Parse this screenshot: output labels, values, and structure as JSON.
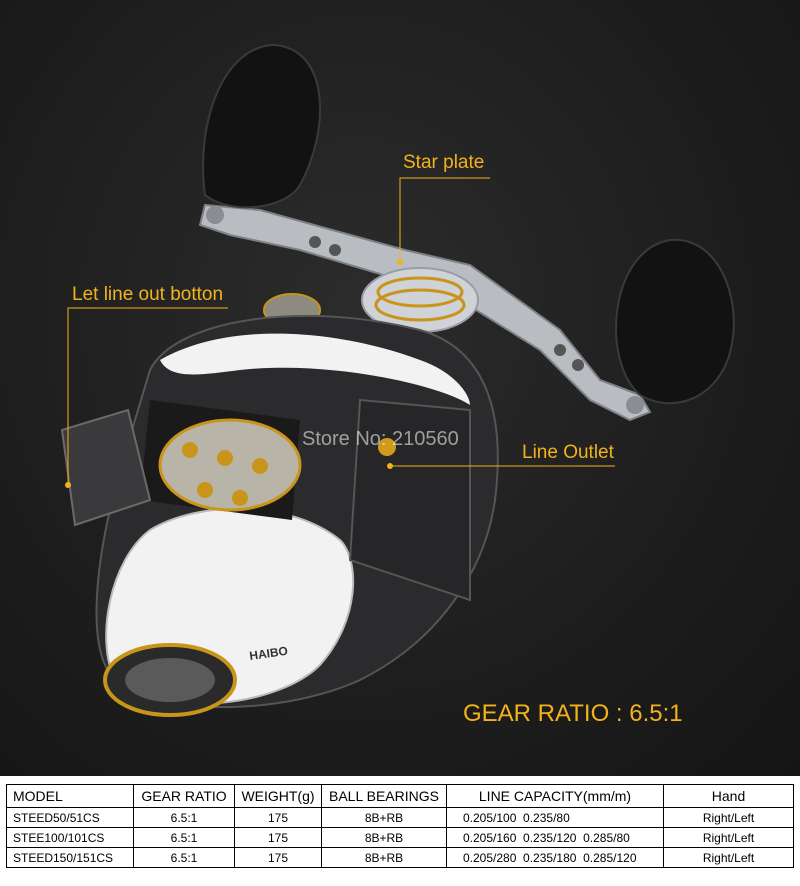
{
  "callouts": {
    "star_plate": "Star plate",
    "let_line_out": "Let line out botton",
    "line_outlet": "Line Outlet"
  },
  "watermark": "Store No: 210560",
  "reel_brand": "HAIBO",
  "gear_ratio": {
    "label": "GEAR RATIO :",
    "value": "6.5:1"
  },
  "colors": {
    "accent": "#f3b21a",
    "background": "#1d1d1d"
  },
  "spec_table": {
    "headers": [
      "MODEL",
      "GEAR RATIO",
      "WEIGHT(g)",
      "BALL BEARINGS",
      "LINE CAPACITY(mm/m)",
      "Hand"
    ],
    "rows": [
      [
        "STEED50/51CS",
        "6.5:1",
        "175",
        "8B+RB",
        "0.205/100  0.235/80",
        "Right/Left"
      ],
      [
        "STEE100/101CS",
        "6.5:1",
        "175",
        "8B+RB",
        "0.205/160  0.235/120  0.285/80",
        "Right/Left"
      ],
      [
        "STEED150/151CS",
        "6.5:1",
        "175",
        "8B+RB",
        "0.205/280  0.235/180  0.285/120",
        "Right/Left"
      ]
    ]
  }
}
